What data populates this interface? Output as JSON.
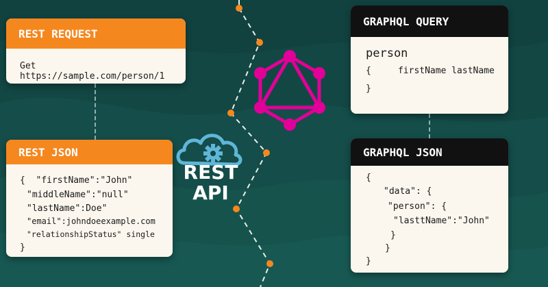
{
  "colors": {
    "background": "#134744",
    "accent_orange": "#f5871f",
    "graphql_pink": "#e10098",
    "rest_logo_blue": "#5fb6d9",
    "card": "#fbf7ee"
  },
  "rest_request": {
    "title": "REST REQUEST",
    "body": "Get https://sample.com/person/1"
  },
  "rest_json": {
    "title": "REST JSON",
    "lines": [
      "{  \"firstName\":\"John\"",
      "\"middleName\":\"null\"",
      "\"lastName\":Doe\"",
      "\"email\":johndoeexample.com",
      "\"relationshipStatus\" single",
      "}"
    ]
  },
  "rest_logo": {
    "icon": "cloud-gear-icon",
    "line1": "REST",
    "line2": "API"
  },
  "graphql_logo": {
    "icon": "graphql-logo-icon"
  },
  "graphql_query": {
    "title": "GRAPHQL QUERY",
    "lines": [
      "person",
      "{     firstName lastName",
      "}"
    ]
  },
  "graphql_json": {
    "title": "GRAPHQL JSON",
    "lines": [
      "{",
      "\"data\": {",
      "\"person\": {",
      "\"lasttName\":\"John\"",
      "}",
      "}",
      "}"
    ]
  }
}
